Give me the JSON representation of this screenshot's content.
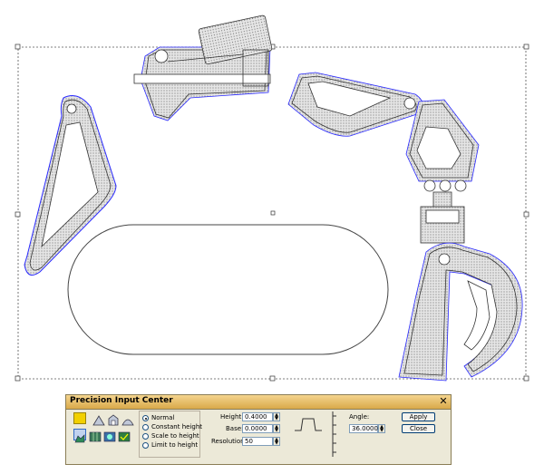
{
  "panel": {
    "title": "Precision Input Center",
    "close_glyph": "✕",
    "radio_options": [
      {
        "label": "Normal",
        "selected": true
      },
      {
        "label": "Constant height",
        "selected": false
      },
      {
        "label": "Scale to height",
        "selected": false
      },
      {
        "label": "Limit to height",
        "selected": false
      }
    ],
    "height_label": "Height:",
    "height_value": "0.4000",
    "base_label": "Base:",
    "base_value": "0.0000",
    "resolution_label": "Resolution:",
    "resolution_value": "50",
    "angle_label": "Angle:",
    "angle_value": "36.0000",
    "apply_label": "Apply",
    "close_label": "Close"
  },
  "colors": {
    "selection_outline": "#2a2aff",
    "shape_stroke": "#333333",
    "shape_fill": "#d8d8d8",
    "panel_bg": "#ece9d8",
    "titlebar": "#e3b85a",
    "yellow_swatch": "#f2d000"
  },
  "icons": [
    "color-swatch-icon",
    "bevel-tool-icon",
    "extrude-tool-icon",
    "emboss-tool-icon",
    "profile-tool-icon",
    "mesh-tool-icon",
    "texture-tool-icon",
    "check-tool-icon",
    "step-profile-icon",
    "vertical-ruler-icon"
  ]
}
